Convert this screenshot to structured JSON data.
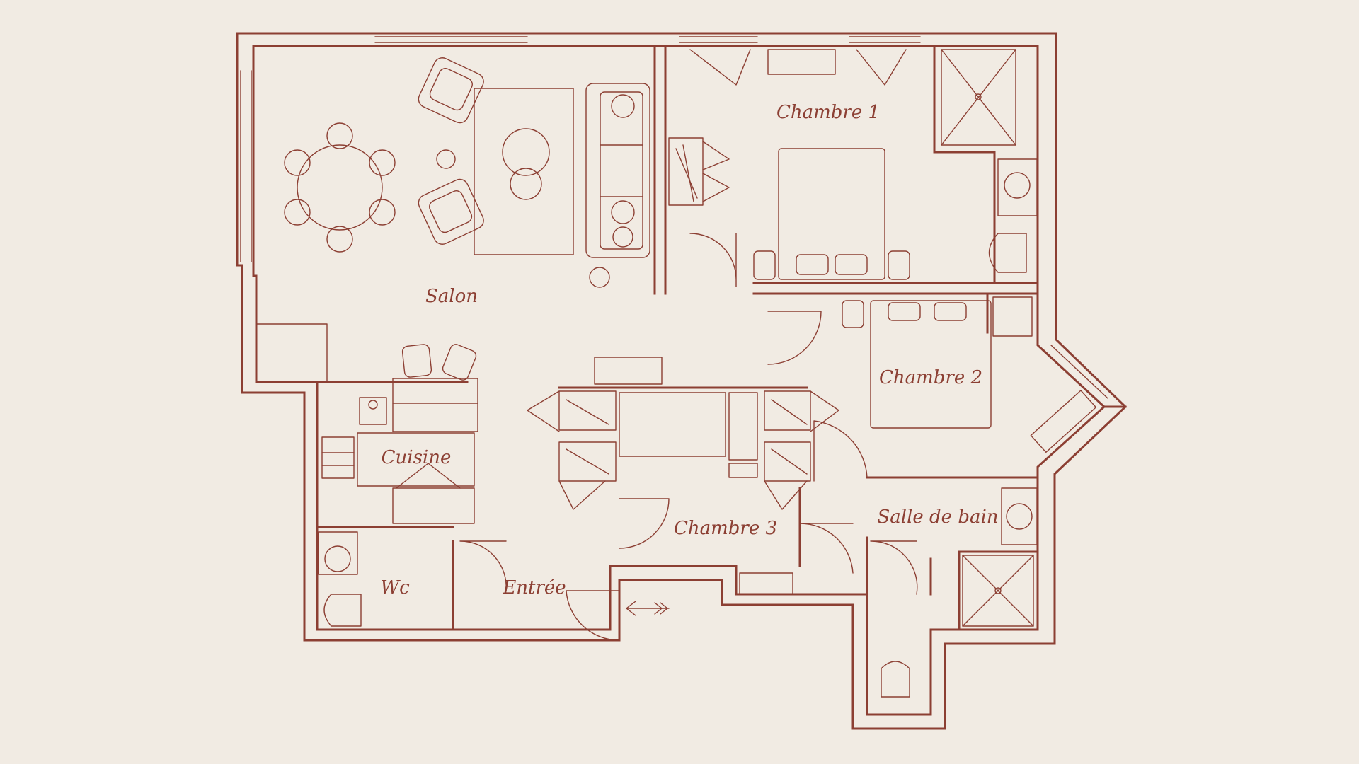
{
  "colors": {
    "background": "#f1ebe3",
    "ink": "#8c3f33",
    "ink_light": "#a3574a"
  },
  "rooms": [
    {
      "id": "salon",
      "label": "Salon"
    },
    {
      "id": "chambre-1",
      "label": "Chambre 1"
    },
    {
      "id": "chambre-2",
      "label": "Chambre 2"
    },
    {
      "id": "chambre-3",
      "label": "Chambre 3"
    },
    {
      "id": "cuisine",
      "label": "Cuisine"
    },
    {
      "id": "salle-de-bain",
      "label": "Salle de bain"
    },
    {
      "id": "wc",
      "label": "Wc"
    },
    {
      "id": "entree",
      "label": "Entrée"
    }
  ],
  "icons": {
    "entrance": "entrance-arrow-icon"
  }
}
